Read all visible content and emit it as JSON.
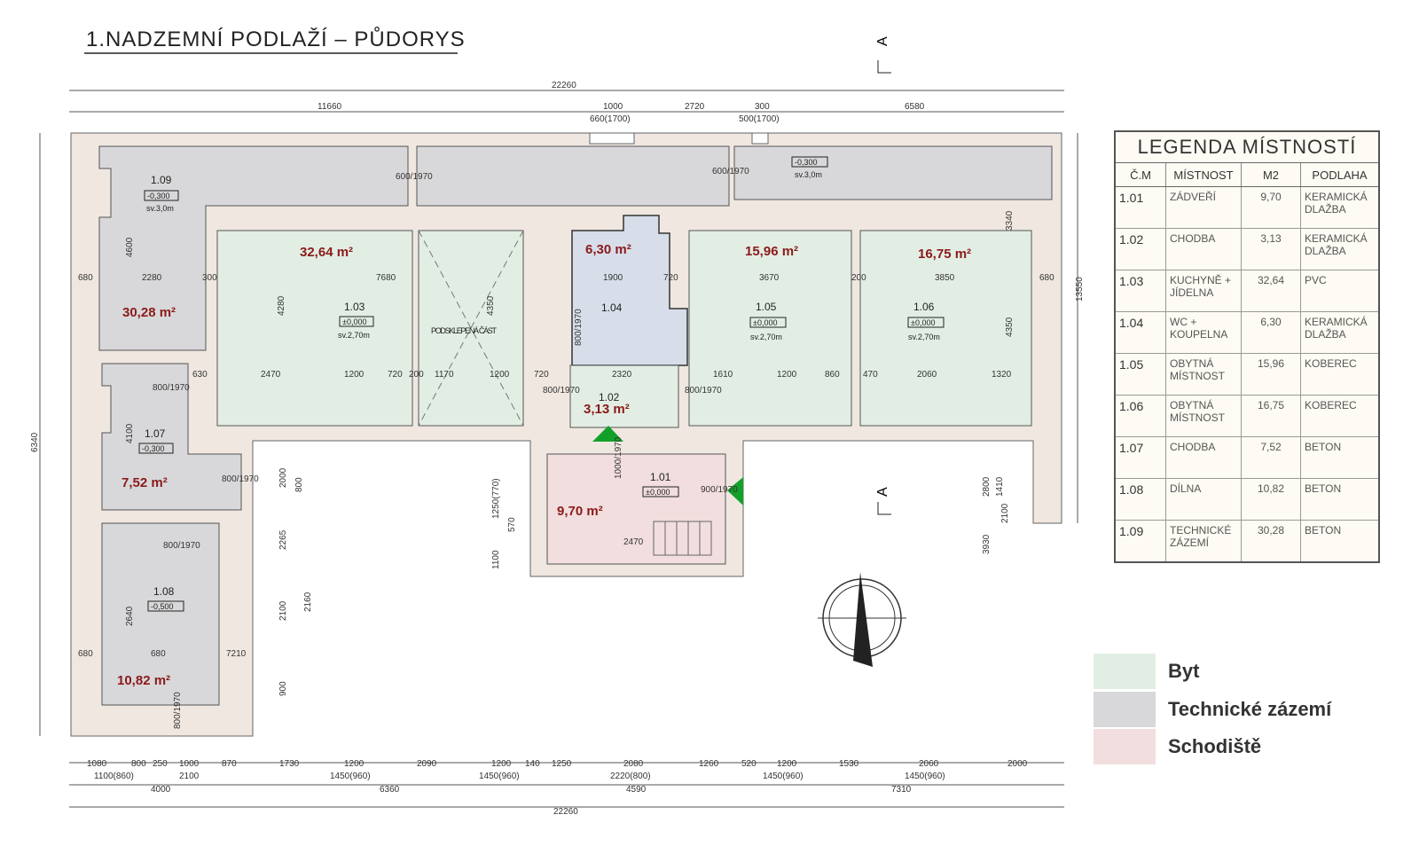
{
  "title": "1.NADZEMNÍ PODLAŽÍ – PŮDORYS",
  "section_marker": "A",
  "colors": {
    "wall": "#efe7e0",
    "byt": "#e2eee4",
    "technical": "#d8d8da",
    "bath": "#d7deea",
    "stairs": "#f2dede",
    "area_text": "#8b1a1a",
    "arrow": "#13a02a"
  },
  "rooms": [
    {
      "id": "1.09",
      "area": "30,28 m²",
      "level": "-0,300",
      "height": "sv.3,0m"
    },
    {
      "id": "1.03",
      "area": "32,64 m²",
      "level": "±0,000",
      "height": "sv.2,70m"
    },
    {
      "id": "PODSKLEPENÁ ČÁST"
    },
    {
      "id": "1.04",
      "area": "6,30 m²"
    },
    {
      "id": "1.02",
      "area": "3,13 m²"
    },
    {
      "id": "1.05",
      "area": "15,96 m²",
      "level": "±0,000",
      "height": "sv.2,70m"
    },
    {
      "id": "1.06",
      "area": "16,75 m²",
      "level": "±0,000",
      "height": "sv.2,70m"
    },
    {
      "id": "1.07",
      "area": "7,52 m²",
      "level": "-0,300"
    },
    {
      "id": "1.08",
      "area": "10,82 m²",
      "level": "-0,500"
    },
    {
      "id": "1.01",
      "area": "9,70 m²",
      "level": "±0,000"
    },
    {
      "level": "-0,300",
      "height": "sv.3,0m"
    }
  ],
  "dims_top": [
    "22260",
    "11660",
    "1000",
    "660(1700)",
    "2720",
    "300",
    "500(1700)",
    "6580"
  ],
  "dims_inner": [
    "680",
    "2280",
    "300",
    "7680",
    "1900",
    "720",
    "3670",
    "200",
    "3850",
    "680",
    "2470",
    "1200",
    "720",
    "200",
    "1170",
    "1200",
    "720",
    "2320",
    "1610",
    "1200",
    "860",
    "470",
    "2060",
    "1320",
    "630",
    "4600",
    "4280",
    "4350",
    "4350",
    "3340",
    "4100",
    "2640",
    "680",
    "680",
    "7210",
    "13550",
    "6340",
    "2160",
    "2265",
    "900",
    "2100",
    "800",
    "2000",
    "1250(770)",
    "570",
    "1100",
    "2800",
    "2100",
    "1410",
    "3930",
    "2470"
  ],
  "doors": [
    "600/1970",
    "800/1970",
    "800/1970",
    "800/1970",
    "800/1970",
    "800/1970",
    "600/1970",
    "800/1970",
    "1000/1970",
    "900/1970",
    "800/1970"
  ],
  "dims_bottom_1": [
    "1080",
    "800",
    "250",
    "1000",
    "870",
    "1730",
    "1200",
    "2090",
    "1200",
    "140",
    "1250",
    "2080",
    "1260",
    "520",
    "1200",
    "1530",
    "2060",
    "2000"
  ],
  "dims_bottom_2": [
    "1100(860)",
    "2100",
    "1450(960)",
    "1450(960)",
    "2220(800)",
    "1450(960)",
    "1450(960)"
  ],
  "dims_bottom_3": [
    "4000",
    "6360",
    "4590",
    "7310"
  ],
  "dims_bottom_4": "22260",
  "legend": {
    "title": "LEGENDA MÍSTNOSTÍ",
    "headers": [
      "Č.M",
      "MÍSTNOST",
      "M2",
      "PODLAHA"
    ],
    "rows": [
      [
        "1.01",
        "ZÁDVEŘÍ",
        "9,70",
        "KERAMICKÁ DLAŽBA"
      ],
      [
        "1.02",
        "CHODBA",
        "3,13",
        "KERAMICKÁ DLAŽBA"
      ],
      [
        "1.03",
        "KUCHYNĚ + JÍDELNA",
        "32,64",
        "PVC"
      ],
      [
        "1.04",
        "WC + KOUPELNA",
        "6,30",
        "KERAMICKÁ DLAŽBA"
      ],
      [
        "1.05",
        "OBYTNÁ MÍSTNOST",
        "15,96",
        "KOBEREC"
      ],
      [
        "1.06",
        "OBYTNÁ MÍSTNOST",
        "16,75",
        "KOBEREC"
      ],
      [
        "1.07",
        "CHODBA",
        "7,52",
        "BETON"
      ],
      [
        "1.08",
        "DÍLNA",
        "10,82",
        "BETON"
      ],
      [
        "1.09",
        "TECHNICKÉ ZÁZEMÍ",
        "30,28",
        "BETON"
      ]
    ]
  },
  "key": [
    {
      "label": "Byt",
      "color": "#e2eee4"
    },
    {
      "label": "Technické zázemí",
      "color": "#d8d8da"
    },
    {
      "label": "Schodiště",
      "color": "#f2dede"
    }
  ]
}
